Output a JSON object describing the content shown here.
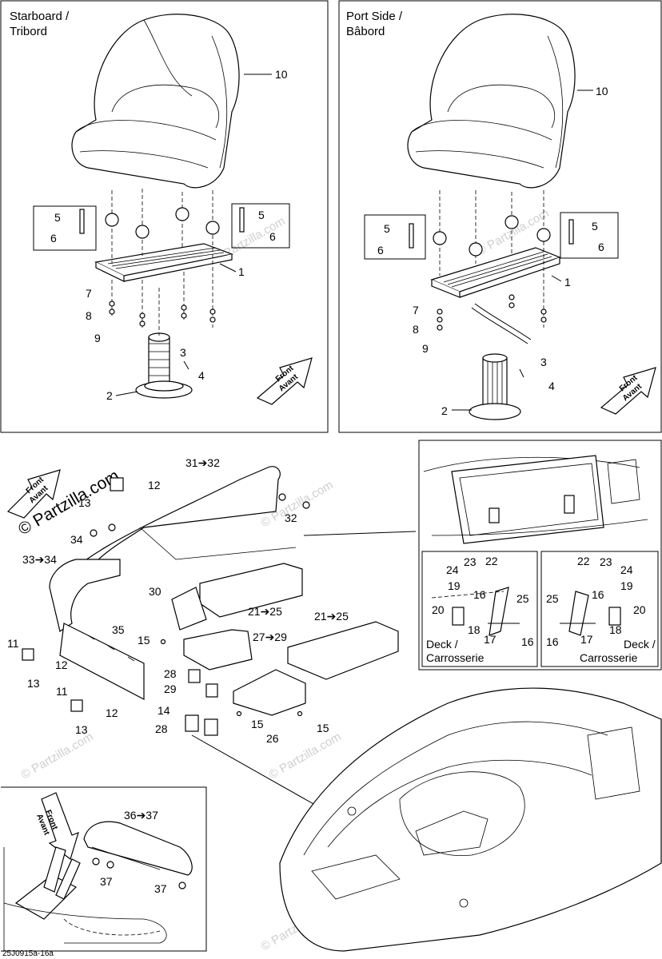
{
  "panels": {
    "starboard_title": [
      "Starboard /",
      "Tribord"
    ],
    "port_title": [
      "Port Side /",
      "Bâbord"
    ]
  },
  "front_arrow": [
    "Front",
    "Avant"
  ],
  "deck_label": [
    "Deck /",
    "Carrosserie"
  ],
  "watermark": "© Partzilla.com",
  "watermark_faint": "© Partzilla.com",
  "diagram_code": "25J0915a-16a",
  "callouts": {
    "c1": "1",
    "c2": "2",
    "c3": "3",
    "c4": "4",
    "c5": "5",
    "c6": "6",
    "c7": "7",
    "c8": "8",
    "c9": "9",
    "c10": "10",
    "c11": "11",
    "c12": "12",
    "c13": "13",
    "c14": "14",
    "c15": "15",
    "c16": "16",
    "c17": "17",
    "c18": "18",
    "c19": "19",
    "c20": "20",
    "c21_25": "21➔25",
    "c22": "22",
    "c23": "23",
    "c24": "24",
    "c25": "25",
    "c26": "26",
    "c27_29": "27➔29",
    "c28": "28",
    "c29": "29",
    "c30": "30",
    "c31_32": "31➔32",
    "c32": "32",
    "c33_34": "33➔34",
    "c34": "34",
    "c35": "35",
    "c36_37": "36➔37",
    "c37": "37"
  }
}
